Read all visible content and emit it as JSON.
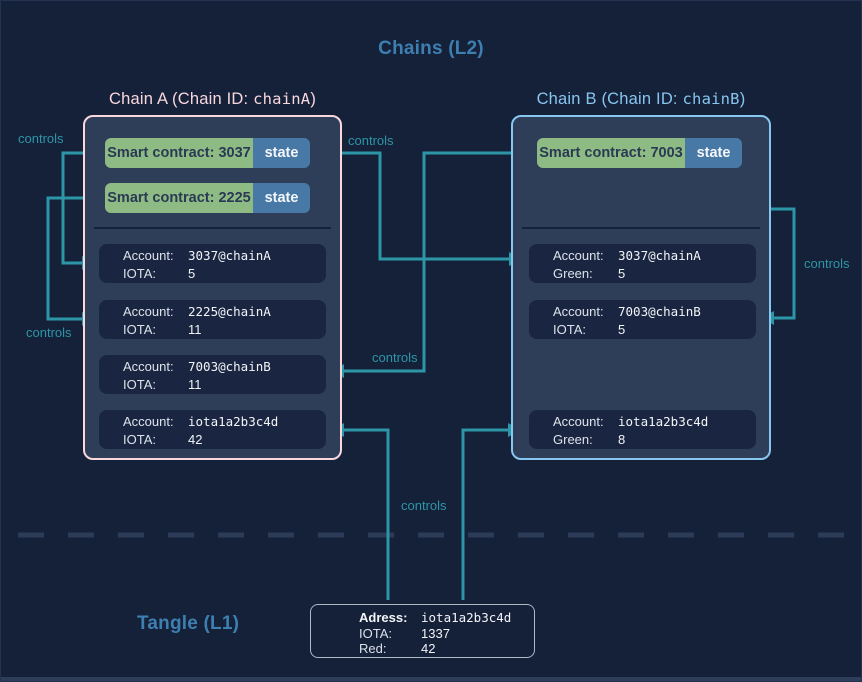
{
  "page": {
    "l2_title": "Chains (L2)",
    "l1_title": "Tangle (L1)"
  },
  "labels": {
    "controls": "controls",
    "state": "state"
  },
  "chain_a": {
    "title_prefix": "Chain A (Chain ID: ",
    "title_mono": "chainA",
    "title_suffix": ")",
    "contracts": [
      {
        "label": "Smart contract: 3037"
      },
      {
        "label": "Smart contract: 2225"
      }
    ],
    "accounts": [
      {
        "label1": "Account:",
        "value1": "3037@chainA",
        "label2": "IOTA:",
        "value2": "5"
      },
      {
        "label1": "Account:",
        "value1": "2225@chainA",
        "label2": "IOTA:",
        "value2": "11"
      },
      {
        "label1": "Account:",
        "value1": "7003@chainB",
        "label2": "IOTA:",
        "value2": "11"
      },
      {
        "label1": "Account:",
        "value1": "iota1a2b3c4d",
        "label2": "IOTA:",
        "value2": "42"
      }
    ]
  },
  "chain_b": {
    "title_prefix": "Chain B (Chain ID: ",
    "title_mono": "chainB",
    "title_suffix": ")",
    "contracts": [
      {
        "label": "Smart contract: 7003"
      }
    ],
    "accounts": [
      {
        "label1": "Account:",
        "value1": "3037@chainA",
        "label2": "Green:",
        "value2": "5"
      },
      {
        "label1": "Account:",
        "value1": "7003@chainB",
        "label2": "IOTA:",
        "value2": "5"
      },
      {
        "label1": "Account:",
        "value1": "iota1a2b3c4d",
        "label2": "Green:",
        "value2": "8"
      }
    ]
  },
  "l1_card": {
    "rows": [
      {
        "label": "Adress:",
        "value": "iota1a2b3c4d"
      },
      {
        "label": "IOTA:",
        "value": "1337"
      },
      {
        "label": "Red:",
        "value": "42"
      }
    ]
  },
  "colors": {
    "background": "#152039",
    "chain_fill": "#2E3D58",
    "account_fill": "#1A2641",
    "chain_a_border": "#F8D7DD",
    "chain_b_border": "#87C6EF",
    "heading_blue": "#3E7FB1",
    "wire_teal": "#2C96A6",
    "contract_green": "#8DBB83",
    "state_blue": "#4879A6",
    "l1_card_border": "#AEB8C6"
  }
}
